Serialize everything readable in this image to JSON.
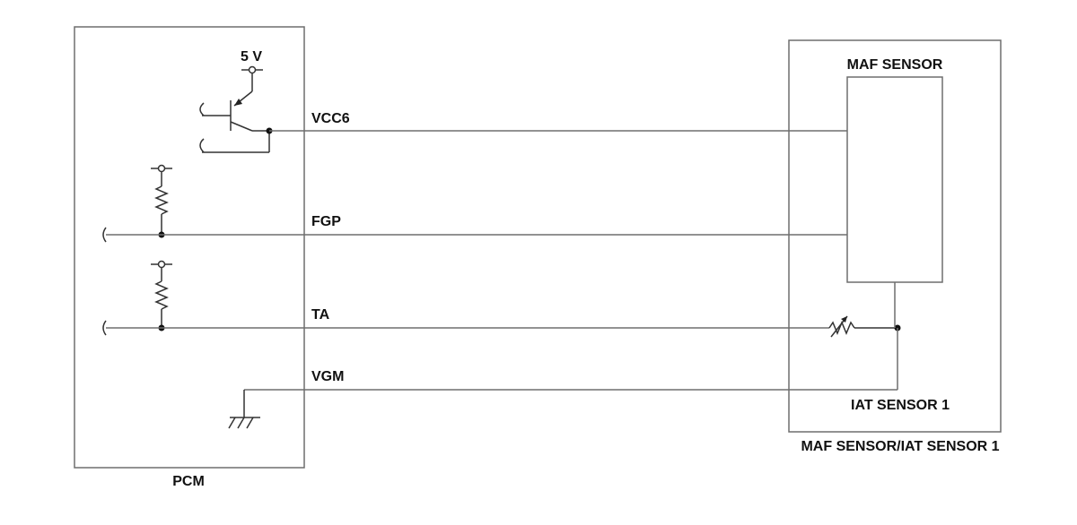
{
  "diagram": {
    "pcm_label": "PCM",
    "supply_label": "5 V",
    "module_label": "MAF SENSOR/IAT SENSOR 1",
    "maf_label": "MAF SENSOR",
    "iat_label": "IAT SENSOR 1",
    "wires": {
      "vcc": "VCC6",
      "fgp": "FGP",
      "ta": "TA",
      "vgm": "VGM"
    }
  }
}
